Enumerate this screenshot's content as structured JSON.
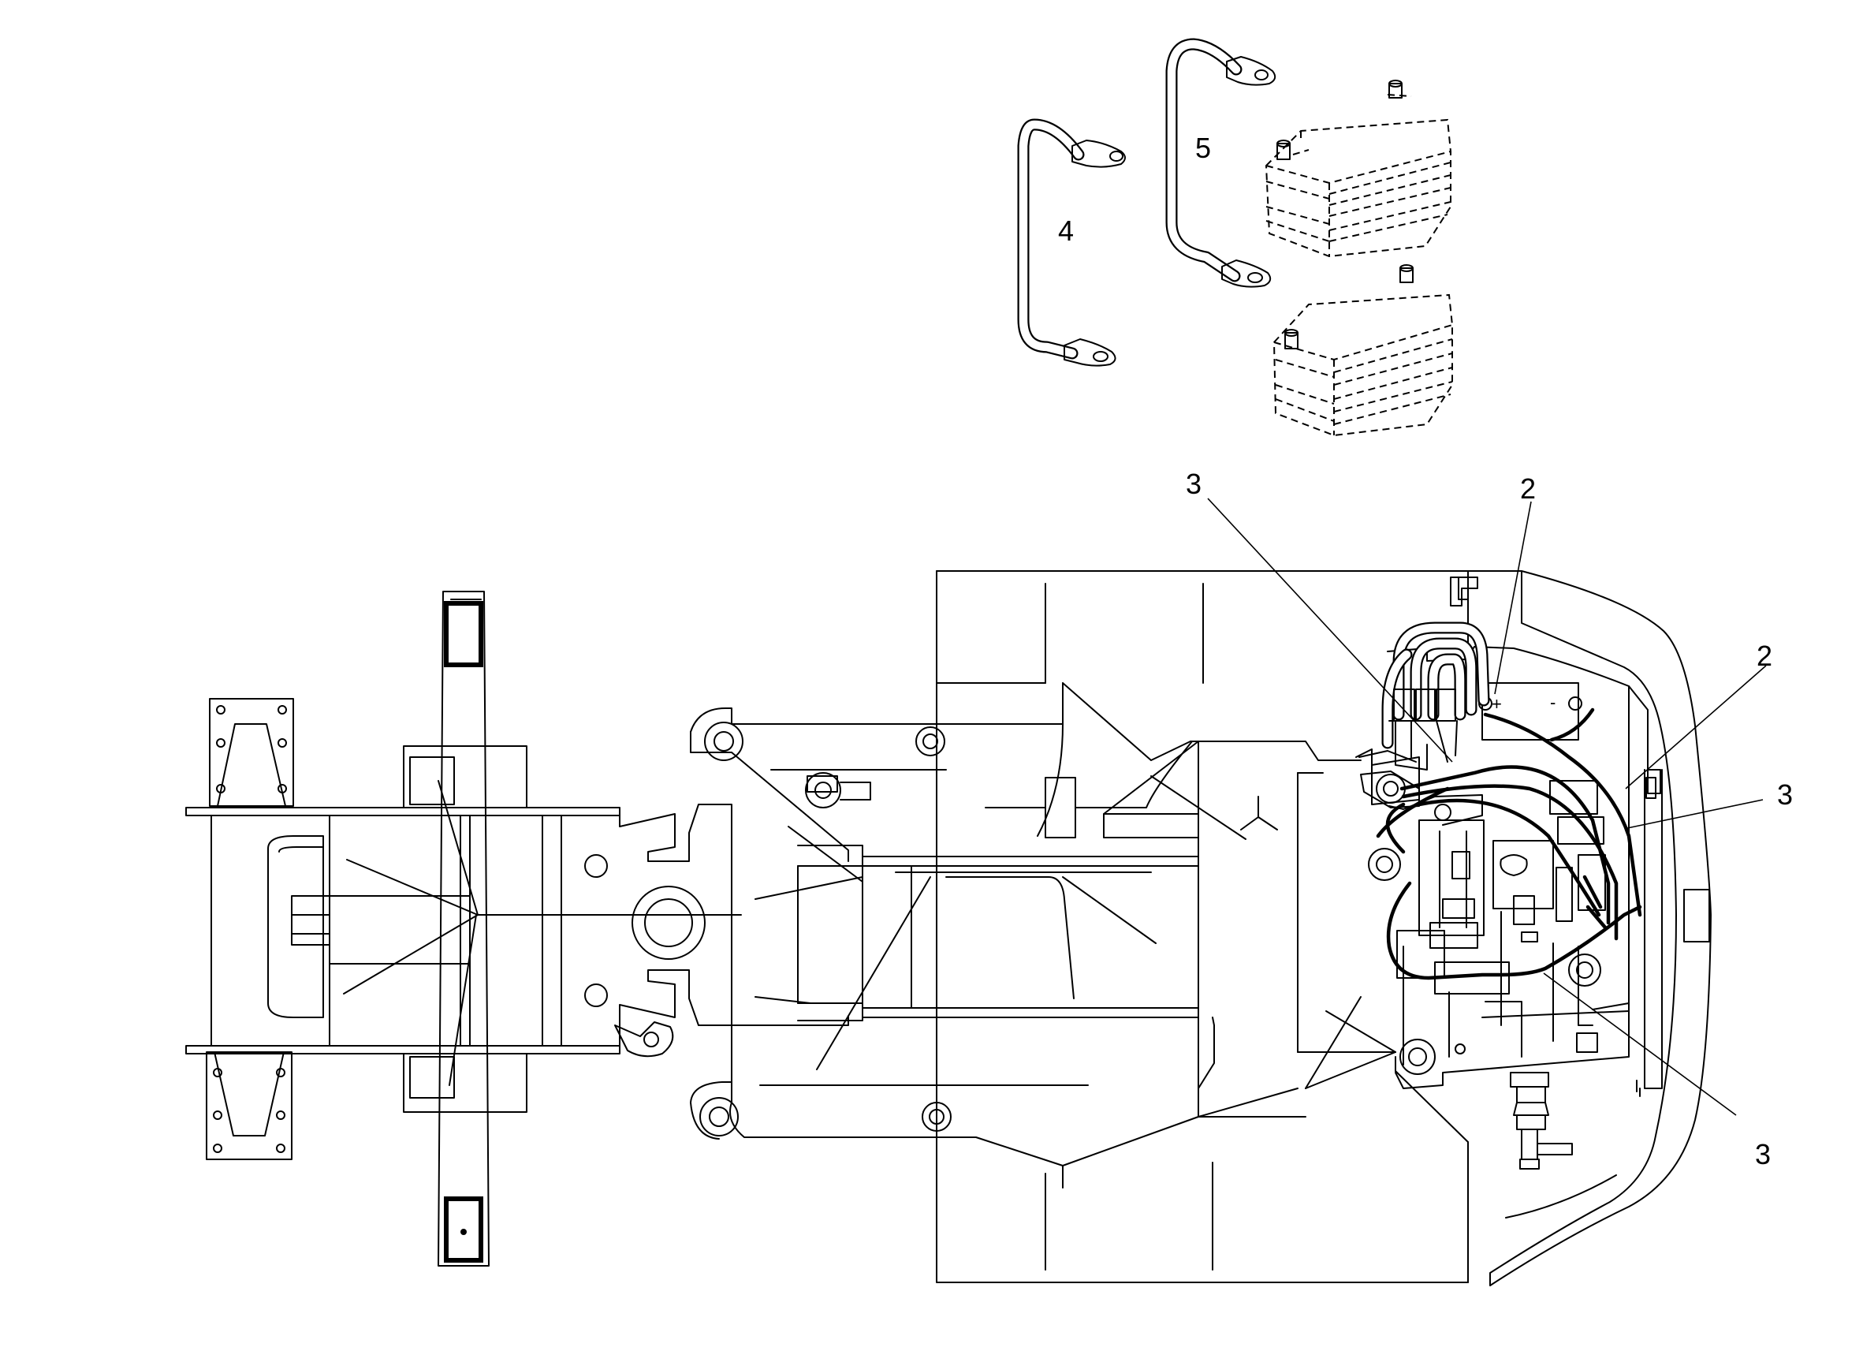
{
  "callouts": {
    "label_2_top": "2",
    "label_2_right": "2",
    "label_3_top": "3",
    "label_3_right": "3",
    "label_3_bottom": "3",
    "label_4": "4",
    "label_5": "5"
  },
  "terminals": {
    "positive": "+",
    "negative": "-"
  }
}
